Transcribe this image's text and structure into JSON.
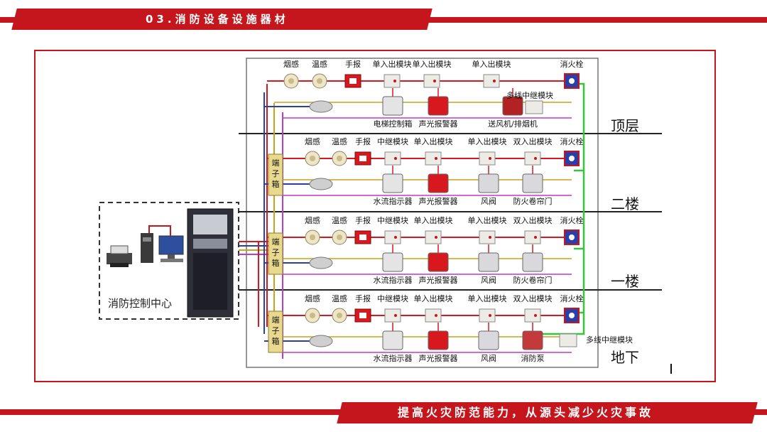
{
  "header": {
    "title": "03.消防设备设施器材"
  },
  "footer": {
    "slogan": "提高火灾防范能力，从源头减少火灾事故"
  },
  "control_center": {
    "label": "消防控制中心"
  },
  "terminal_box_label": "端子箱",
  "floors": [
    {
      "name": "顶层",
      "devices": [
        "烟感",
        "温感",
        "手报",
        "单入出模块",
        "单入出模块",
        "单入出模块",
        "消火栓"
      ],
      "equipment": [
        "电梯控制箱",
        "声光报警器",
        "送风机/排烟机"
      ],
      "extra_module": "多线中继模块"
    },
    {
      "name": "二楼",
      "devices": [
        "烟感",
        "温感",
        "手报",
        "中继模块",
        "单入出模块",
        "单入出模块",
        "双入出模块",
        "消火栓"
      ],
      "equipment": [
        "水流指示器",
        "声光报警器",
        "风阀",
        "防火卷帘门"
      ]
    },
    {
      "name": "一楼",
      "devices": [
        "烟感",
        "温感",
        "手报",
        "中继模块",
        "单入出模块",
        "单入出模块",
        "双入出模块",
        "消火栓"
      ],
      "equipment": [
        "水流指示器",
        "声光报警器",
        "风阀",
        "防火卷帘门"
      ]
    },
    {
      "name": "地下",
      "devices": [
        "烟感",
        "温感",
        "手报",
        "中继模块",
        "单入出模块",
        "单入出模块",
        "双入出模块",
        "消火栓"
      ],
      "equipment": [
        "水流指示器",
        "声光报警器",
        "风阀",
        "消防泵"
      ],
      "extra_module": "多线中继模块"
    }
  ],
  "colors": {
    "accent": "#c4161c",
    "bus_red": "#d7191f",
    "bus_blue": "#2a3fa8",
    "bus_yellow": "#c9a21f",
    "bus_purple": "#c03ac8",
    "water_green": "#35c43a"
  }
}
